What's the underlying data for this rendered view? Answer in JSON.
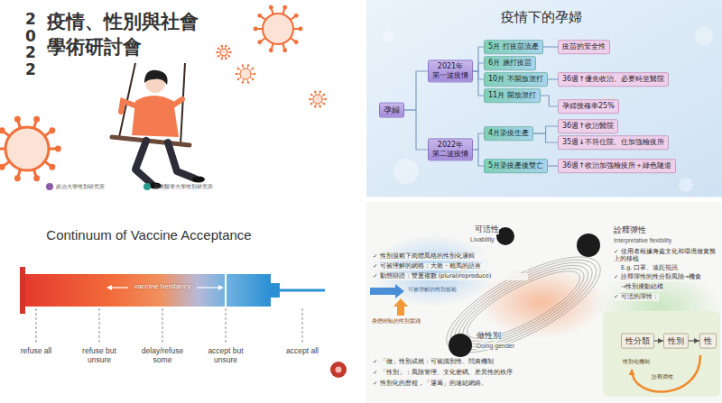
{
  "diagram": {
    "nodes": [
      {
        "text": [
          "孕婦"
        ]
      },
      {
        "text": [
          "2021年",
          "第一波疫情"
        ]
      },
      {
        "text": [
          "2022年",
          "第二波疫情"
        ]
      },
      {
        "text": [
          "5月 打疫苗流產"
        ]
      },
      {
        "text": [
          "6月 施打疫苗"
        ]
      },
      {
        "text": [
          "10月 不開放混打"
        ]
      },
      {
        "text": [
          "11月 開放混打"
        ]
      },
      {
        "text": [
          "4月染疫生產"
        ]
      },
      {
        "text": [
          "5月染疫產後雙亡"
        ]
      },
      {
        "text": [
          "疫苗的安全性"
        ]
      },
      {
        "text": [
          "36週↑優先收治、必要時至醫院"
        ]
      },
      {
        "text": [
          "孕婦接種率25%"
        ]
      },
      {
        "text": [
          "36週↑收治醫院"
        ]
      },
      {
        "text": [
          "35週↓不符住院、住加強檢疫所"
        ]
      },
      {
        "text": [
          "36週↑收治加強檢疫所＋綠色隧道"
        ]
      },
      {
        "text": [
          "性分類"
        ]
      },
      {
        "text": [
          "性別"
        ]
      },
      {
        "text": [
          "性"
        ]
      }
    ],
    "edges": [
      {
        "from": 0,
        "to": 1,
        "arrow": "none"
      },
      {
        "from": 0,
        "to": 2,
        "arrow": "none"
      },
      {
        "from": 1,
        "to": 3,
        "arrow": "none"
      },
      {
        "from": 1,
        "to": 4,
        "arrow": "none"
      },
      {
        "from": 1,
        "to": 5,
        "arrow": "none"
      },
      {
        "from": 1,
        "to": 6,
        "arrow": "none"
      },
      {
        "from": 2,
        "to": 7,
        "arrow": "none"
      },
      {
        "from": 2,
        "to": 8,
        "arrow": "none"
      },
      {
        "from": 3,
        "to": 9,
        "arrow": "none"
      },
      {
        "from": 5,
        "to": 10,
        "arrow": "none"
      },
      {
        "from": 6,
        "to": 11,
        "arrow": "none"
      },
      {
        "from": 7,
        "to": 12,
        "arrow": "none"
      },
      {
        "from": 7,
        "to": 13,
        "arrow": "none"
      },
      {
        "from": 8,
        "to": 14,
        "arrow": "none"
      },
      {
        "from": 15,
        "to": 16,
        "arrow": "to"
      },
      {
        "from": 16,
        "to": 17,
        "arrow": "to"
      }
    ],
    "labels": [
      "2022",
      "疫情、性別與社會",
      "學術研討會",
      "政治大學性別研究所",
      "高雄醫學大學性別研究所",
      "疫情下的孕婦",
      "Continuum of Vaccine Acceptance",
      "vaccine hesitancy",
      "refuse all",
      "refuse but unsure",
      "delay/refuse some",
      "accept but unsure",
      "accept all",
      "可活性",
      "Livability",
      "✓ 性別規範下肉體風格的性別化邏輯",
      "✓ 可被理解的網格：大衛・賴馬的語言",
      "✓ 動態辯證：雙重複數 (plural/reproduce)",
      "詮釋彈性",
      "Interpretative flexibility",
      "✓ 使用者根據身處文化和環境做實務上的移植",
      "E.g. 口罩、遠距視訊",
      "✓ 詮釋彈性的性分類風險→機會",
      "→性別擾動結構",
      "✓ 可活的彈性：",
      "做性別",
      "Doing gender",
      "✓ 「做」性別成就：可被識別性、問責機制",
      "✓ 「性別」：風險管理、文化密碼、差異性的秩序",
      "✓ 性別化的歷程，「運籌」的連結網絡。",
      "可被理解的性別規範",
      "身體經驗的性別實踐",
      "性別化機制",
      "詮釋彈性"
    ]
  }
}
